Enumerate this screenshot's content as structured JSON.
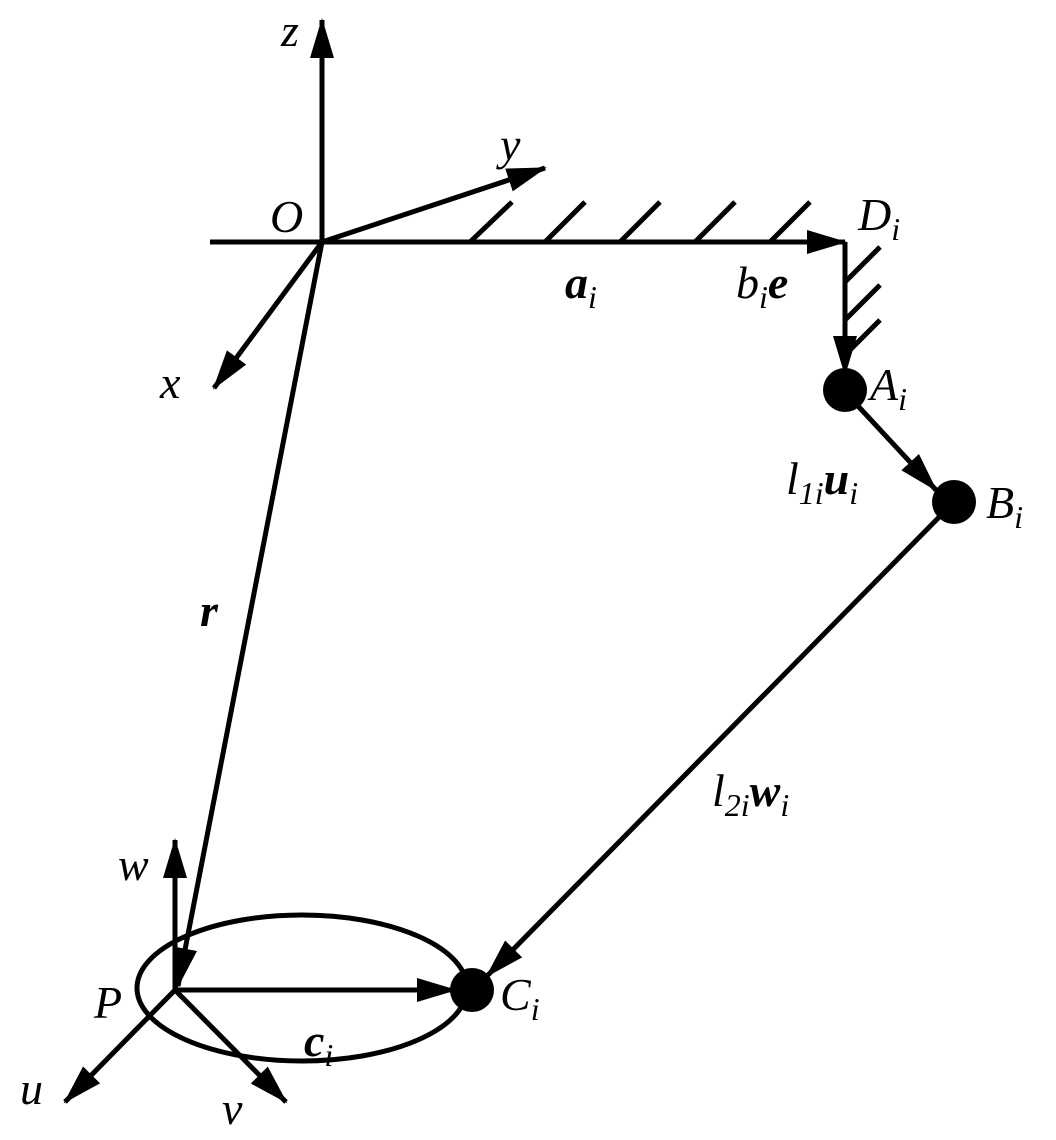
{
  "diagram": {
    "frame_base": {
      "origin": "O",
      "axis_x": "x",
      "axis_y": "y",
      "axis_z": "z"
    },
    "frame_moving": {
      "origin": "P",
      "axis_u": "u",
      "axis_v": "v",
      "axis_w": "w"
    },
    "points": {
      "D": {
        "main": "D",
        "sub": "i"
      },
      "A": {
        "main": "A",
        "sub": "i"
      },
      "B": {
        "main": "B",
        "sub": "i"
      },
      "C": {
        "main": "C",
        "sub": "i"
      }
    },
    "vectors": {
      "a": {
        "main": "a",
        "sub": "i"
      },
      "be": {
        "b": "b",
        "sub": "i",
        "e": "e"
      },
      "l1u": {
        "l": "l",
        "sub": "1i",
        "u": "u",
        "sub2": "i"
      },
      "l2w": {
        "l": "l",
        "sub": "2i",
        "w": "w",
        "sub2": "i"
      },
      "r": {
        "main": "r"
      },
      "c": {
        "main": "c",
        "sub": "i"
      }
    },
    "colors": {
      "ink": "#000000",
      "background": "#ffffff"
    }
  }
}
